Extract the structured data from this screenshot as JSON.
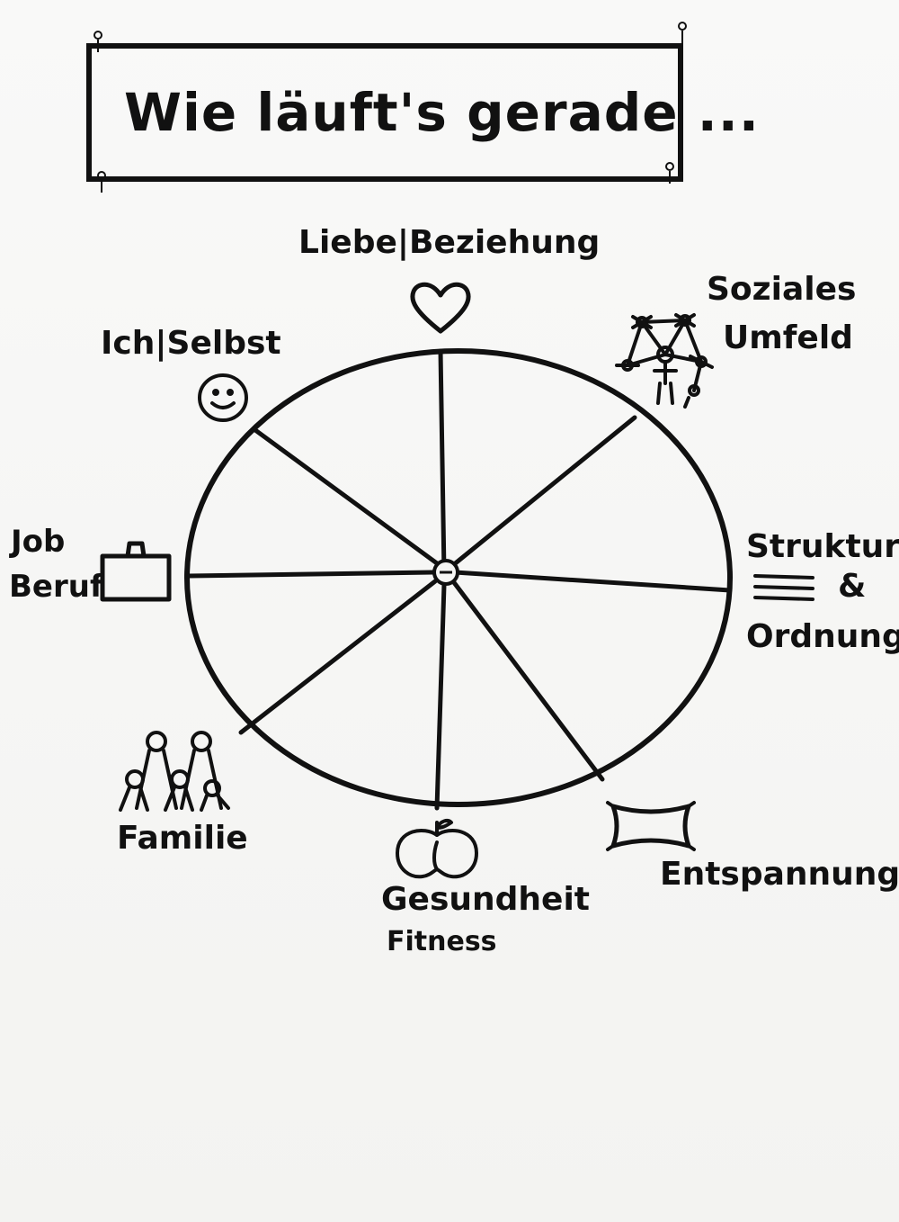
{
  "title": "Wie läuft's gerade ...",
  "segments": {
    "liebe": "Liebe|Beziehung",
    "soziales_line1": "Soziales",
    "soziales_line2": "Umfeld",
    "struktur_line1": "Struktur",
    "struktur_amp": "&",
    "struktur_line3": "Ordnung",
    "entspannung": "Entspannung",
    "gesundheit_line1": "Gesundheit",
    "gesundheit_line2": "Fitness",
    "familie": "Familie",
    "job_line1": "Job",
    "job_line2": "Beruf",
    "ich": "Ich|Selbst"
  },
  "icons": {
    "liebe": "heart-icon",
    "soziales": "people-network-icon",
    "struktur": "lines-icon",
    "entspannung": "pillow-icon",
    "gesundheit": "apple-icon",
    "familie": "family-icon",
    "job": "briefcase-icon",
    "ich": "smiley-icon"
  },
  "colors": {
    "ink": "#111111",
    "paper": "#f6f6f4"
  }
}
